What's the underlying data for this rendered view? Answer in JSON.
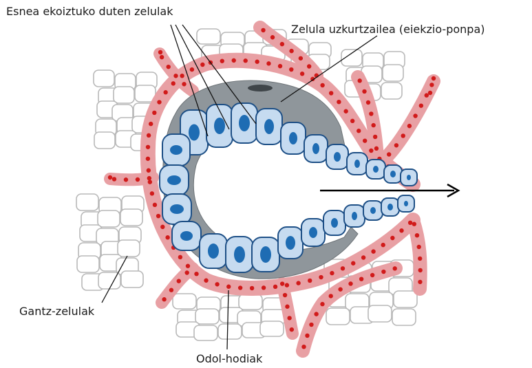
{
  "labels": {
    "milk_cells": "Esnea ekoiztuko duten zelulak",
    "contractile_cell": "Zelula uzkurtzailea (eiekzio-ponpa)",
    "fat_cells": "Gantz-zelulak",
    "blood_vessels": "Odol-hodiak"
  },
  "colors": {
    "vessel": "#e8a0a4",
    "blood_dot": "#d11a1a",
    "myoepithelium": "#8f969b",
    "cell_fill": "#c6dbf0",
    "cell_stroke": "#1d4f86",
    "nucleus": "#1e6cb3",
    "fat_stroke": "#b8b8b8",
    "arrow": "#000000"
  },
  "icons": {
    "flow_arrow": "right-arrow-icon"
  }
}
